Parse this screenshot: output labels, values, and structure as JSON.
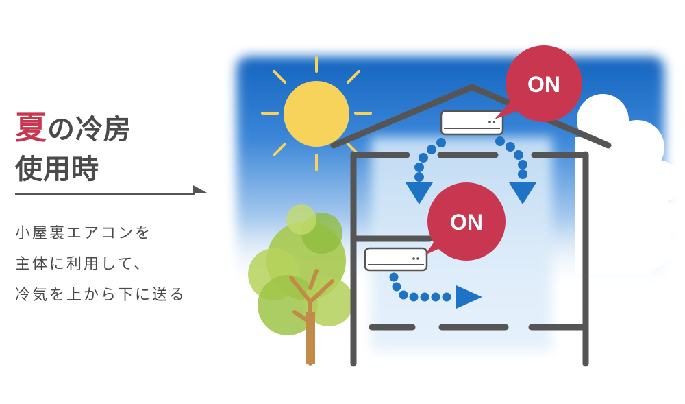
{
  "title": {
    "accent": "夏",
    "line1_rest": "の冷房",
    "line2": "使用時"
  },
  "description": [
    "小屋裏エアコンを",
    "主体に利用して、",
    "冷気を上から下に送る"
  ],
  "bubbles": {
    "top_label": "ON",
    "middle_label": "ON"
  },
  "colors": {
    "accent": "#c8374f",
    "text": "#4a4a4a",
    "house_outline": "#555555",
    "airflow": "#1f73c4",
    "sky": "#1565c0",
    "sun": "#f7d35c"
  },
  "icons": [
    "sun-icon",
    "cloud-icon",
    "tree-icon",
    "air-conditioner-icon",
    "airflow-arrow-icon"
  ]
}
